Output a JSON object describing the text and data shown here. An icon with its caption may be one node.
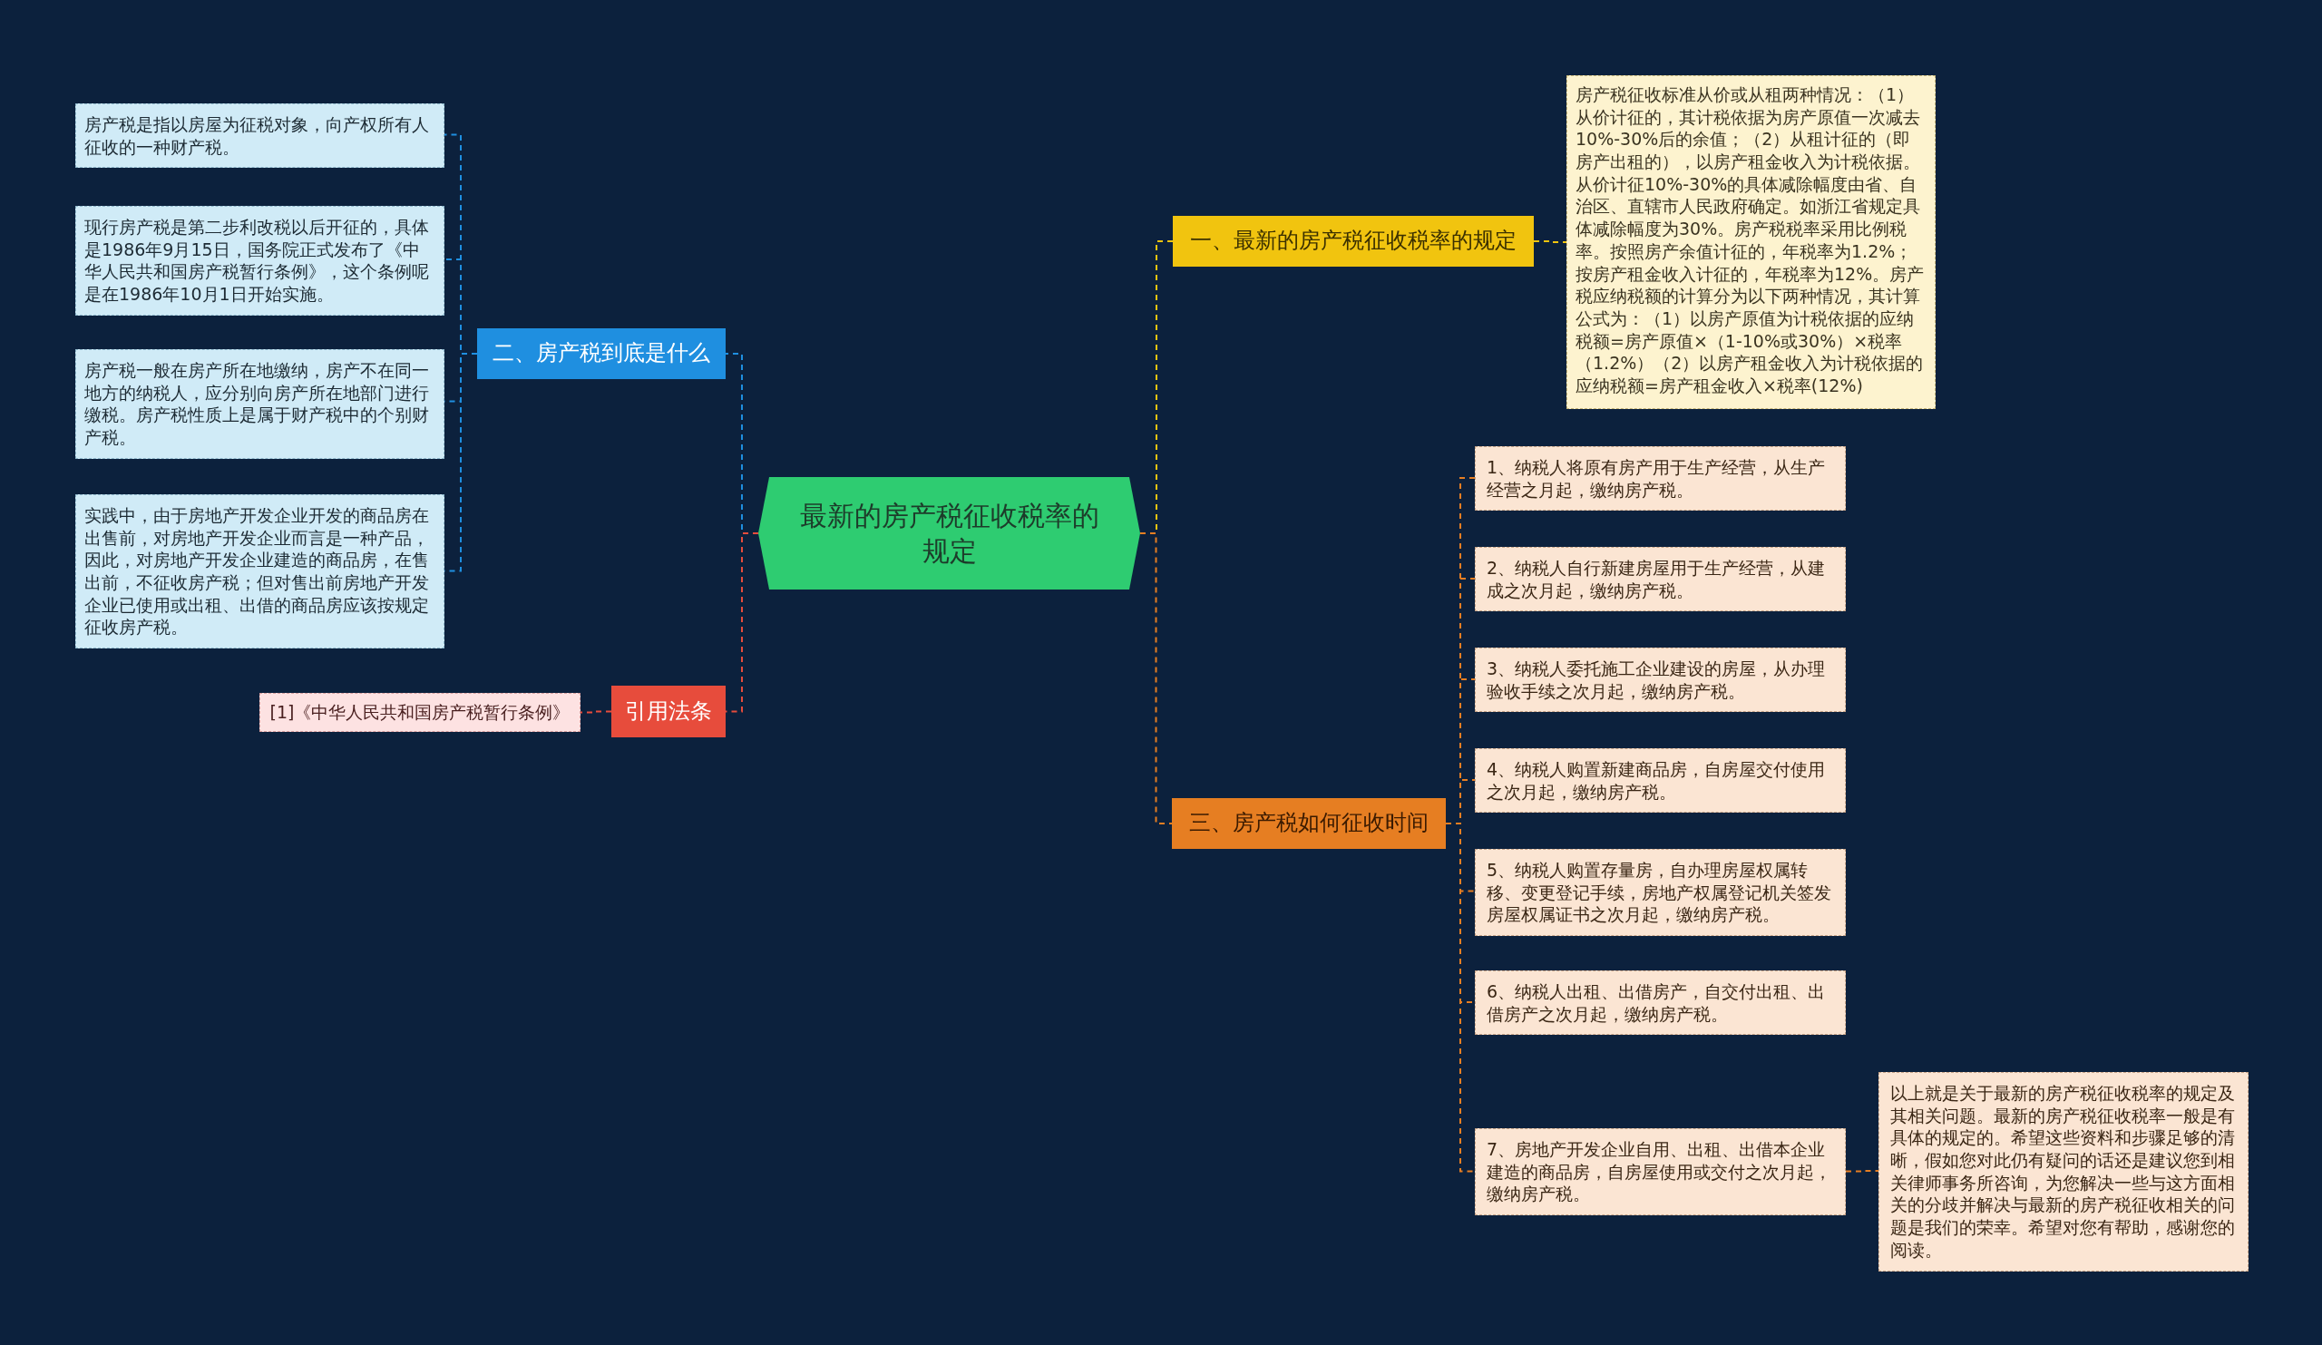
{
  "diagram": {
    "nodes": [
      {
        "text": [
          "最新的房产税征收税率的规定"
        ]
      },
      {
        "text": [
          "一、最新的房产税征收税率的规定"
        ]
      },
      {
        "text": [
          "房产税征收标准从价或从租两种情况：（1）从价计征的，其计税依据为房产原值一次减去10%-30%后的余值；（2）从租计征的（即房产出租的），以房产租金收入为计税依据。从价计征10%-30%的具体减除幅度由省、自治区、直辖市人民政府确定。如浙江省规定具体减除幅度为30%。房产税税率采用比例税率。按照房产余值计征的，年税率为1.2%；按房产租金收入计征的，年税率为12%。房产税应纳税额的计算分为以下两种情况，其计算公式为：（1）以房产原值为计税依据的应纳税额=房产原值×（1-10%或30%）×税率（1.2%）（2）以房产租金收入为计税依据的应纳税额=房产租金收入×税率(12%)"
        ]
      },
      {
        "text": [
          "二、房产税到底是什么"
        ]
      },
      {
        "text": [
          "房产税是指以房屋为征税对象，向产权所有人征收的一种财产税。"
        ]
      },
      {
        "text": [
          "现行房产税是第二步利改税以后开征的，具体是1986年9月15日，国务院正式发布了《中华人民共和国房产税暂行条例》，这个条例呢是在1986年10月1日开始实施。"
        ]
      },
      {
        "text": [
          "房产税一般在房产所在地缴纳，房产不在同一地方的纳税人，应分别向房产所在地部门进行缴税。房产税性质上是属于财产税中的个别财产税。"
        ]
      },
      {
        "text": [
          "实践中，由于房地产开发企业开发的商品房在出售前，对房地产开发企业而言是一种产品，因此，对房地产开发企业建造的商品房，在售出前，不征收房产税；但对售出前房地产开发企业已使用或出租、出借的商品房应该按规定征收房产税。"
        ]
      },
      {
        "text": [
          "引用法条"
        ]
      },
      {
        "text": [
          "[1]《中华人民共和国房产税暂行条例》"
        ]
      },
      {
        "text": [
          "三、房产税如何征收时间"
        ]
      },
      {
        "text": [
          "1、纳税人将原有房产用于生产经营，从生产经营之月起，缴纳房产税。"
        ]
      },
      {
        "text": [
          "2、纳税人自行新建房屋用于生产经营，从建成之次月起，缴纳房产税。"
        ]
      },
      {
        "text": [
          "3、纳税人委托施工企业建设的房屋，从办理验收手续之次月起，缴纳房产税。"
        ]
      },
      {
        "text": [
          "4、纳税人购置新建商品房，自房屋交付使用之次月起，缴纳房产税。"
        ]
      },
      {
        "text": [
          "5、纳税人购置存量房，自办理房屋权属转移、变更登记手续，房地产权属登记机关签发房屋权属证书之次月起，缴纳房产税。"
        ]
      },
      {
        "text": [
          "6、纳税人出租、出借房产，自交付出租、出借房产之次月起，缴纳房产税。"
        ]
      },
      {
        "text": [
          "7、房地产开发企业自用、出租、出借本企业建造的商品房，自房屋使用或交付之次月起，缴纳房产税。"
        ]
      },
      {
        "text": [
          "以上就是关于最新的房产税征收税率的规定及其相关问题。最新的房产税征收税率一般是有具体的规定的。希望这些资料和步骤足够的清晰，假如您对此仍有疑问的话还是建议您到相关律师事务所咨询，为您解决一些与这方面相关的分歧并解决与最新的房产税征收相关的问题是我们的荣幸。希望对您有帮助，感谢您的阅读。"
        ]
      }
    ],
    "edges": [
      {
        "from": 0,
        "to": 1,
        "arrow": "none",
        "style": "dashed",
        "color": "#f1c40f"
      },
      {
        "from": 1,
        "to": 2,
        "arrow": "none",
        "style": "dashed",
        "color": "#f1c40f"
      },
      {
        "from": 0,
        "to": 3,
        "arrow": "none",
        "style": "dashed",
        "color": "#1f8fe0"
      },
      {
        "from": 3,
        "to": 4,
        "arrow": "none",
        "style": "dashed",
        "color": "#1f8fe0"
      },
      {
        "from": 3,
        "to": 5,
        "arrow": "none",
        "style": "dashed",
        "color": "#1f8fe0"
      },
      {
        "from": 3,
        "to": 6,
        "arrow": "none",
        "style": "dashed",
        "color": "#1f8fe0"
      },
      {
        "from": 3,
        "to": 7,
        "arrow": "none",
        "style": "dashed",
        "color": "#1f8fe0"
      },
      {
        "from": 0,
        "to": 8,
        "arrow": "none",
        "style": "dashed",
        "color": "#e74c3c"
      },
      {
        "from": 8,
        "to": 9,
        "arrow": "none",
        "style": "dashed",
        "color": "#e74c3c"
      },
      {
        "from": 0,
        "to": 10,
        "arrow": "none",
        "style": "dashed"
      },
      {
        "from": 10,
        "to": 11,
        "arrow": "none",
        "style": "dashed"
      },
      {
        "from": 10,
        "to": 12,
        "arrow": "none",
        "style": "dashed"
      },
      {
        "from": 10,
        "to": 13,
        "arrow": "none",
        "style": "dashed"
      },
      {
        "from": 10,
        "to": 14,
        "arrow": "none",
        "style": "dashed"
      },
      {
        "from": 10,
        "to": 15,
        "arrow": "none",
        "style": "dashed"
      },
      {
        "from": 10,
        "to": 16,
        "arrow": "none",
        "style": "dashed"
      },
      {
        "from": 10,
        "to": 17,
        "arrow": "none",
        "style": "dashed"
      },
      {
        "from": 17,
        "to": 18,
        "arrow": "none",
        "style": "dashed"
      }
    ]
  }
}
